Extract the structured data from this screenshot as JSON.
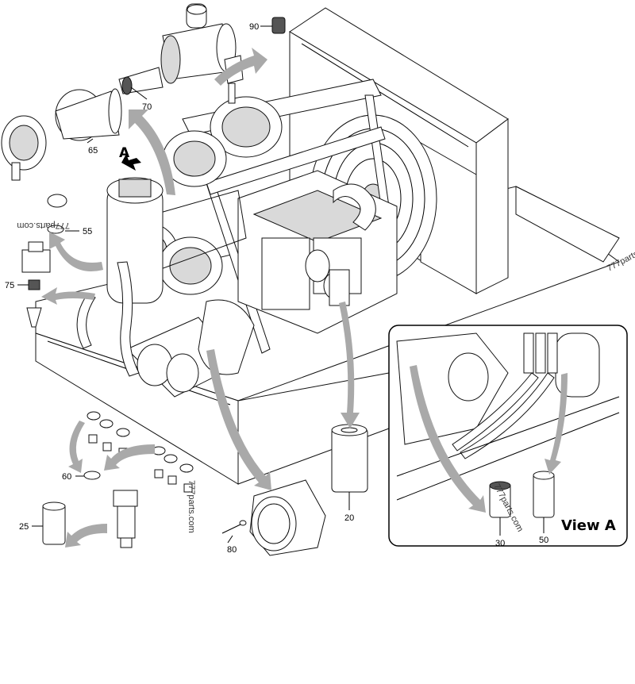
{
  "callouts": {
    "c90": "90",
    "c70": "70",
    "c65": "65",
    "c55": "55",
    "c75": "75",
    "c60": "60",
    "c25": "25",
    "c80": "80",
    "c20": "20",
    "c30": "30",
    "c50": "50"
  },
  "view_marker": "A",
  "view_label": "View A",
  "watermarks": {
    "w1": "777parts.com",
    "w2": "777parts.com",
    "w3": "777parts.com",
    "w4": "777parts"
  },
  "colors": {
    "line": "#000000",
    "arrow": "#a9a9a9",
    "background": "#ffffff"
  }
}
